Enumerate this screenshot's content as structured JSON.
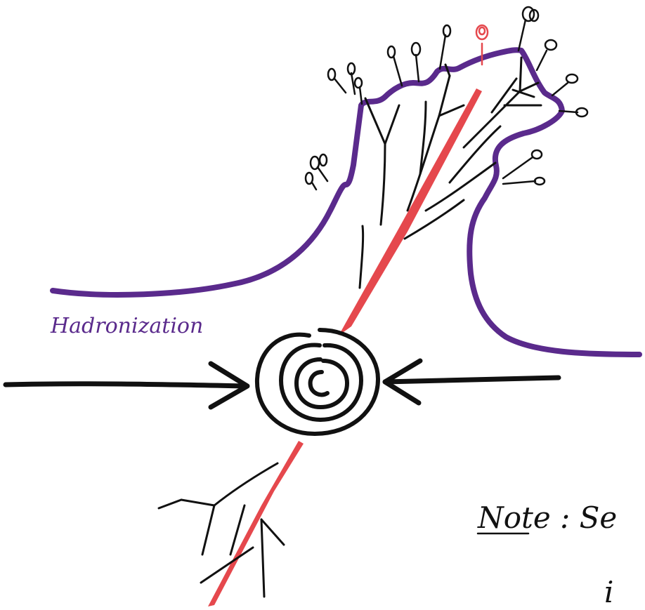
{
  "labels": {
    "hadronization": "Hadronization",
    "note_line1": "Note : Se",
    "note_line2": "i"
  },
  "colors": {
    "ink": "#111111",
    "purple": "#5a2a8c",
    "red": "#e5484d"
  }
}
